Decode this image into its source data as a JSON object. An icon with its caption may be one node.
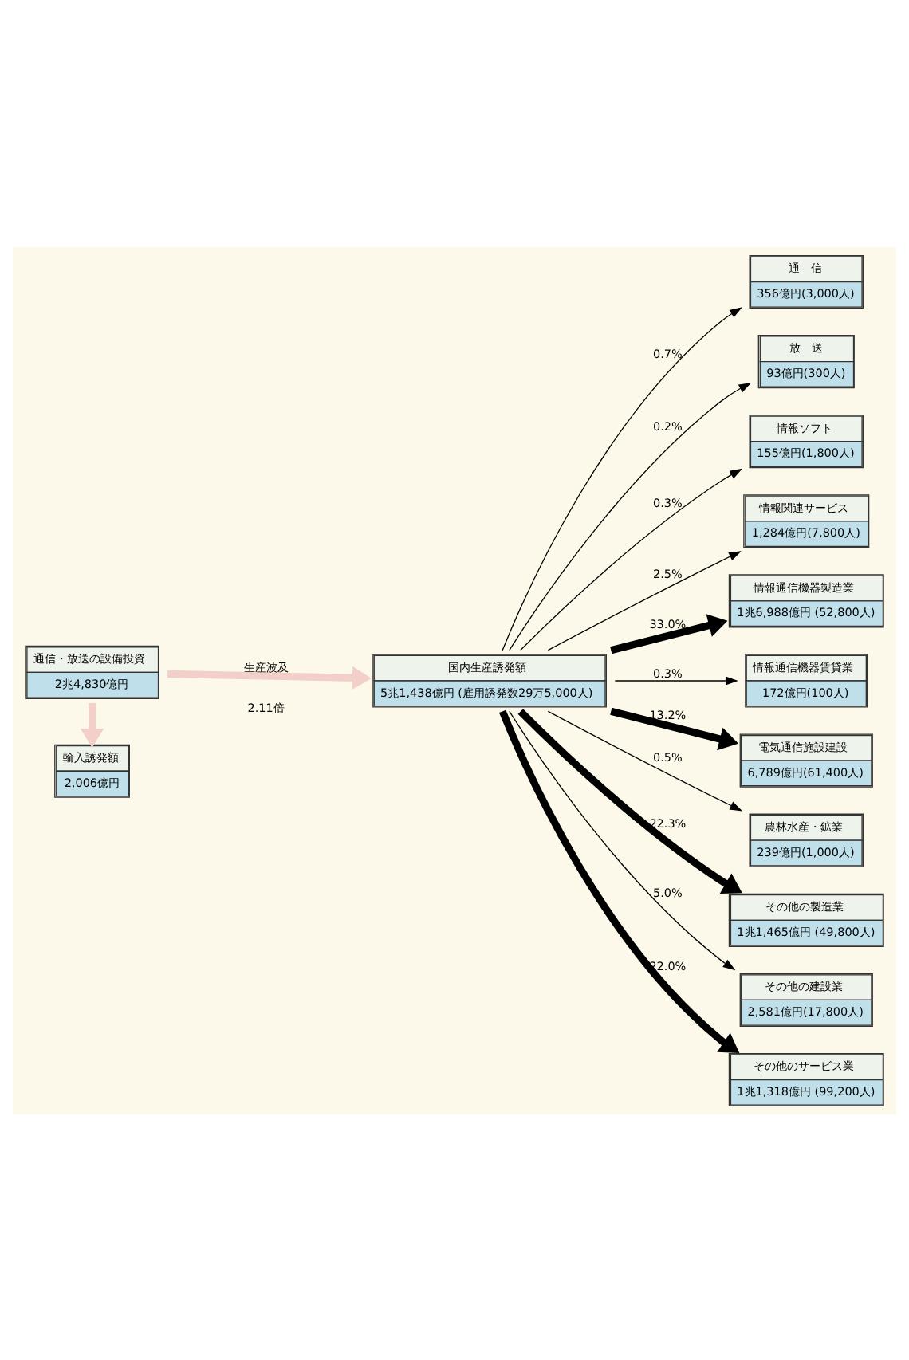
{
  "diagram": {
    "nodes": [
      {
        "text": [
          "通信・放送の設備投資",
          "2兆4,830億円"
        ]
      },
      {
        "text": [
          "輸入誘発額",
          "2,006億円"
        ]
      },
      {
        "text": [
          "国内生産誘発額",
          "5兆1,438億円 (雇用誘発数29万5,000人)"
        ]
      },
      {
        "text": [
          "通　信",
          "356億円(3,000人)"
        ]
      },
      {
        "text": [
          "放　送",
          "93億円(300人)"
        ]
      },
      {
        "text": [
          "情報ソフト",
          "155億円(1,800人)"
        ]
      },
      {
        "text": [
          "情報関連サービス",
          "1,284億円(7,800人)"
        ]
      },
      {
        "text": [
          "情報通信機器製造業",
          "1兆6,988億円 (52,800人)"
        ]
      },
      {
        "text": [
          "情報通信機器賃貸業",
          "172億円(100人)"
        ]
      },
      {
        "text": [
          "電気通信施設建設",
          "6,789億円(61,400人)"
        ]
      },
      {
        "text": [
          "農林水産・鉱業",
          "239億円(1,000人)"
        ]
      },
      {
        "text": [
          "その他の製造業",
          "1兆1,465億円 (49,800人)"
        ]
      },
      {
        "text": [
          "その他の建設業",
          "2,581億円(17,800人)"
        ]
      },
      {
        "text": [
          "その他のサービス業",
          "1兆1,318億円 (99,200人)"
        ]
      }
    ],
    "edges": [
      {
        "from": 0,
        "to": 1,
        "arrow": "to",
        "style": "thick",
        "color": "#f2cfc8"
      },
      {
        "from": 0,
        "to": 2,
        "arrow": "to",
        "label": "生産波及",
        "style": "thick",
        "color": "#f2cfc8"
      },
      {
        "from": 2,
        "to": 3,
        "arrow": "to",
        "label": "0.7%"
      },
      {
        "from": 2,
        "to": 4,
        "arrow": "to",
        "label": "0.2%"
      },
      {
        "from": 2,
        "to": 5,
        "arrow": "to",
        "label": "0.3%"
      },
      {
        "from": 2,
        "to": 6,
        "arrow": "to",
        "label": "2.5%"
      },
      {
        "from": 2,
        "to": 7,
        "arrow": "to",
        "label": "33.0%",
        "style": "thick"
      },
      {
        "from": 2,
        "to": 8,
        "arrow": "to",
        "label": "0.3%"
      },
      {
        "from": 2,
        "to": 9,
        "arrow": "to",
        "label": "13.2%",
        "style": "thick"
      },
      {
        "from": 2,
        "to": 10,
        "arrow": "to",
        "label": "0.5%"
      },
      {
        "from": 2,
        "to": 11,
        "arrow": "to",
        "label": "22.3%",
        "style": "thick"
      },
      {
        "from": 2,
        "to": 12,
        "arrow": "to",
        "label": "5.0%"
      },
      {
        "from": 2,
        "to": 13,
        "arrow": "to",
        "label": "22.0%",
        "style": "thick"
      }
    ],
    "labels": [
      "2.11倍"
    ]
  }
}
